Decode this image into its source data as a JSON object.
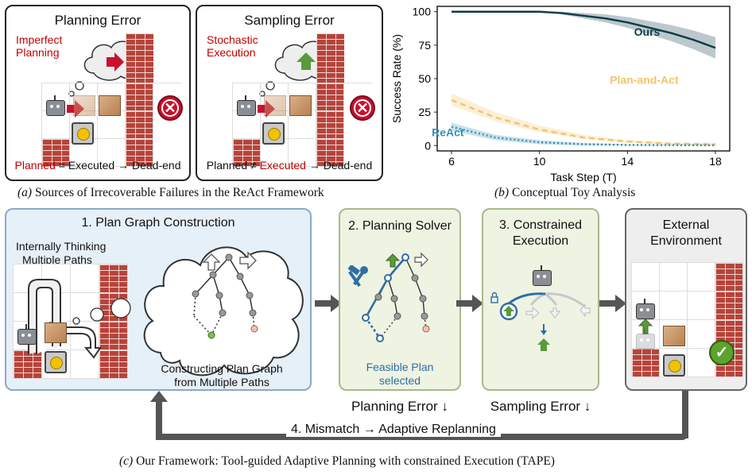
{
  "panel_a": {
    "planning": {
      "title": "Planning Error",
      "label_line1": "Imperfect",
      "label_line2": "Planning",
      "bottom_planned": "Planned",
      "bottom_rest": " = Executed → Dead-end"
    },
    "sampling": {
      "title": "Sampling Error",
      "label_line1": "Stochastic",
      "label_line2": "Execution",
      "bottom_planned": "Planned ≠ ",
      "bottom_executed": "Executed",
      "bottom_rest": " → Dead-end"
    },
    "caption_label": "(a)",
    "caption_text": " Sources of Irrecoverable Failures in the ReAct Framework"
  },
  "chart_data": {
    "type": "line",
    "xlabel": "Task Step (T)",
    "ylabel": "Success Rate (%)",
    "xlim": [
      6,
      18
    ],
    "ylim": [
      0,
      100
    ],
    "xticks": [
      "6",
      "10",
      "14",
      "18"
    ],
    "yticks": [
      "0",
      "25",
      "50",
      "75",
      "100"
    ],
    "grid": false,
    "series": [
      {
        "name": "Ours",
        "color": "#0d3b4a",
        "style": "solid",
        "x": [
          6,
          8,
          10,
          11,
          12,
          13,
          14,
          15,
          16,
          17,
          18
        ],
        "y": [
          100,
          100,
          100,
          99,
          97,
          95,
          92,
          88,
          84,
          79,
          73
        ],
        "band": [
          [
            100,
            100
          ],
          [
            100,
            100
          ],
          [
            100,
            100
          ],
          [
            98,
            100
          ],
          [
            95,
            99
          ],
          [
            92,
            98
          ],
          [
            88,
            96
          ],
          [
            83,
            93
          ],
          [
            78,
            90
          ],
          [
            72,
            86
          ],
          [
            65,
            81
          ]
        ]
      },
      {
        "name": "Plan-and-Act",
        "color": "#f2c46d",
        "style": "dashed",
        "x": [
          6,
          8,
          10,
          12,
          14,
          16,
          18
        ],
        "y": [
          34,
          21,
          12,
          6,
          3,
          1.5,
          1
        ],
        "band": [
          [
            30,
            39
          ],
          [
            18,
            25
          ],
          [
            10,
            15
          ],
          [
            5,
            8
          ],
          [
            2,
            4
          ],
          [
            1,
            2
          ],
          [
            0,
            2
          ]
        ]
      },
      {
        "name": "ReAct",
        "color": "#3a8fb0",
        "style": "dotted",
        "x": [
          6,
          8,
          10,
          12,
          14,
          16,
          18
        ],
        "y": [
          14,
          6,
          2.5,
          1,
          0.5,
          0.3,
          0.2
        ],
        "band": [
          [
            11,
            17
          ],
          [
            4,
            8
          ],
          [
            1,
            4
          ],
          [
            0,
            2
          ],
          [
            0,
            1
          ],
          [
            0,
            1
          ],
          [
            0,
            1
          ]
        ]
      }
    ],
    "caption_label": "(b)",
    "caption_text": " Conceptual Toy Analysis"
  },
  "panel_c": {
    "stage1": {
      "title": "1. Plan Graph Construction",
      "thinking_line1": "Internally Thinking",
      "thinking_line2": "Multiple Paths",
      "cloud_line1": "Constructing Plan Graph",
      "cloud_line2": "from Multiple Paths"
    },
    "stage2": {
      "title": "2. Planning Solver",
      "feasible_line1": "Feasible Plan",
      "feasible_line2": "selected",
      "below": "Planning Error ↓"
    },
    "stage3": {
      "title_line1": "3. Constrained",
      "title_line2": "Execution",
      "below": "Sampling Error ↓"
    },
    "stage4": {
      "title_line1": "External",
      "title_line2": "Environment"
    },
    "feedback": "4. Mismatch → Adaptive Replanning",
    "caption_label": "(c)",
    "caption_text": " Our Framework: Tool-guided Adaptive Planning with constrained Execution (TAPE)"
  },
  "colors": {
    "error_red": "#c00000",
    "ours": "#0d3b4a",
    "plan_and_act": "#f2c46d",
    "react": "#3a8fb0",
    "accent_green": "#5a9a3a",
    "solver_blue": "#2f6ea3"
  }
}
